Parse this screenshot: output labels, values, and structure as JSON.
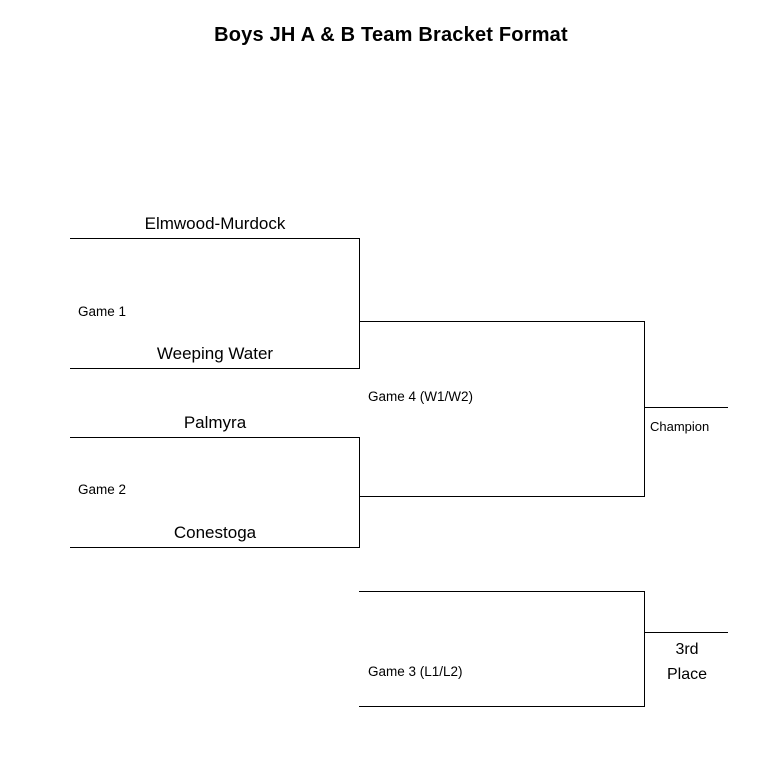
{
  "title": "Boys JH A & B Team Bracket Format",
  "games": {
    "game1": {
      "label": "Game 1",
      "top_team": "Elmwood-Murdock",
      "bottom_team": "Weeping Water"
    },
    "game2": {
      "label": "Game 2",
      "top_team": "Palmyra",
      "bottom_team": "Conestoga"
    },
    "game4": {
      "label": "Game 4 (W1/W2)"
    },
    "game3": {
      "label": "Game 3 (L1/L2)"
    }
  },
  "results": {
    "champion": "Champion",
    "third_place_line1": "3rd",
    "third_place_line2": "Place"
  },
  "colors": {
    "line": "#000000",
    "background": "#ffffff",
    "text": "#000000"
  }
}
